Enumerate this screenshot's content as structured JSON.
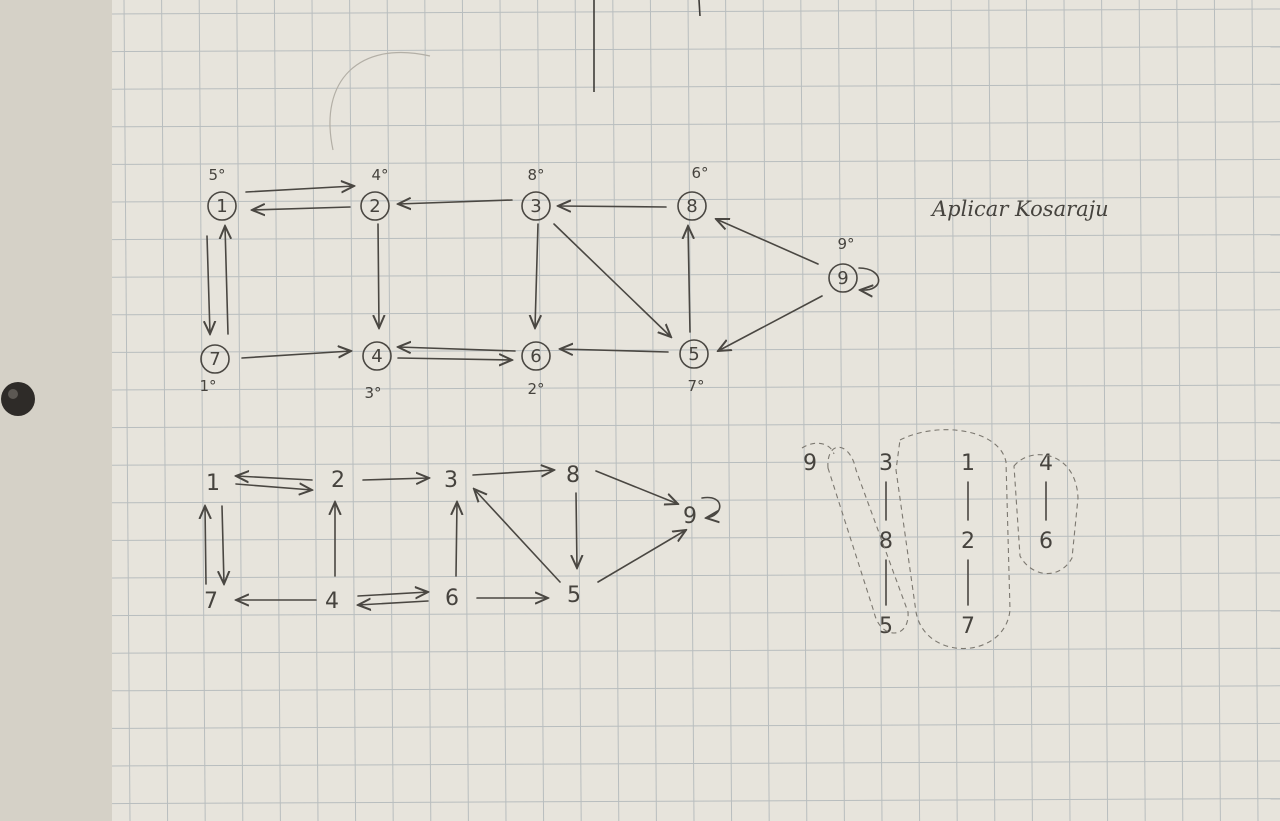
{
  "title": "Aplicar Kosaraju",
  "colors": {
    "paper": "#e7e4dc",
    "grid": "#a9b1b5",
    "pencil": "#4a4742"
  },
  "graph_top": {
    "nodes": [
      {
        "id": "1",
        "order": "5°"
      },
      {
        "id": "2",
        "order": "4°"
      },
      {
        "id": "3",
        "order": "8°"
      },
      {
        "id": "8",
        "order": "6°"
      },
      {
        "id": "9",
        "order": "9°"
      },
      {
        "id": "7",
        "order": "1°"
      },
      {
        "id": "4",
        "order": "3°"
      },
      {
        "id": "6",
        "order": "2°"
      },
      {
        "id": "5",
        "order": "7°"
      }
    ],
    "edges": [
      {
        "from": "1",
        "to": "2"
      },
      {
        "from": "2",
        "to": "1"
      },
      {
        "from": "1",
        "to": "7"
      },
      {
        "from": "7",
        "to": "1"
      },
      {
        "from": "3",
        "to": "2"
      },
      {
        "from": "8",
        "to": "3"
      },
      {
        "from": "9",
        "to": "8"
      },
      {
        "from": "9",
        "to": "9"
      },
      {
        "from": "9",
        "to": "5"
      },
      {
        "from": "2",
        "to": "4"
      },
      {
        "from": "3",
        "to": "6"
      },
      {
        "from": "3",
        "to": "5"
      },
      {
        "from": "5",
        "to": "8"
      },
      {
        "from": "7",
        "to": "4"
      },
      {
        "from": "4",
        "to": "6"
      },
      {
        "from": "6",
        "to": "4"
      },
      {
        "from": "5",
        "to": "6"
      }
    ]
  },
  "graph_bottom": {
    "nodes": [
      {
        "id": "1"
      },
      {
        "id": "2"
      },
      {
        "id": "3"
      },
      {
        "id": "8"
      },
      {
        "id": "9"
      },
      {
        "id": "7"
      },
      {
        "id": "4"
      },
      {
        "id": "6"
      },
      {
        "id": "5"
      }
    ],
    "edges": [
      {
        "from": "1",
        "to": "2"
      },
      {
        "from": "2",
        "to": "1"
      },
      {
        "from": "1",
        "to": "7"
      },
      {
        "from": "7",
        "to": "1"
      },
      {
        "from": "2",
        "to": "3"
      },
      {
        "from": "3",
        "to": "8"
      },
      {
        "from": "8",
        "to": "9"
      },
      {
        "from": "9",
        "to": "9"
      },
      {
        "from": "8",
        "to": "5"
      },
      {
        "from": "5",
        "to": "9"
      },
      {
        "from": "5",
        "to": "3"
      },
      {
        "from": "6",
        "to": "3"
      },
      {
        "from": "4",
        "to": "2"
      },
      {
        "from": "4",
        "to": "7"
      },
      {
        "from": "4",
        "to": "6"
      },
      {
        "from": "6",
        "to": "4"
      },
      {
        "from": "6",
        "to": "5"
      }
    ]
  },
  "components": [
    {
      "members": [
        "9"
      ]
    },
    {
      "members": [
        "3",
        "8",
        "5"
      ]
    },
    {
      "members": [
        "1",
        "2",
        "7"
      ]
    },
    {
      "members": [
        "4",
        "6"
      ]
    }
  ]
}
